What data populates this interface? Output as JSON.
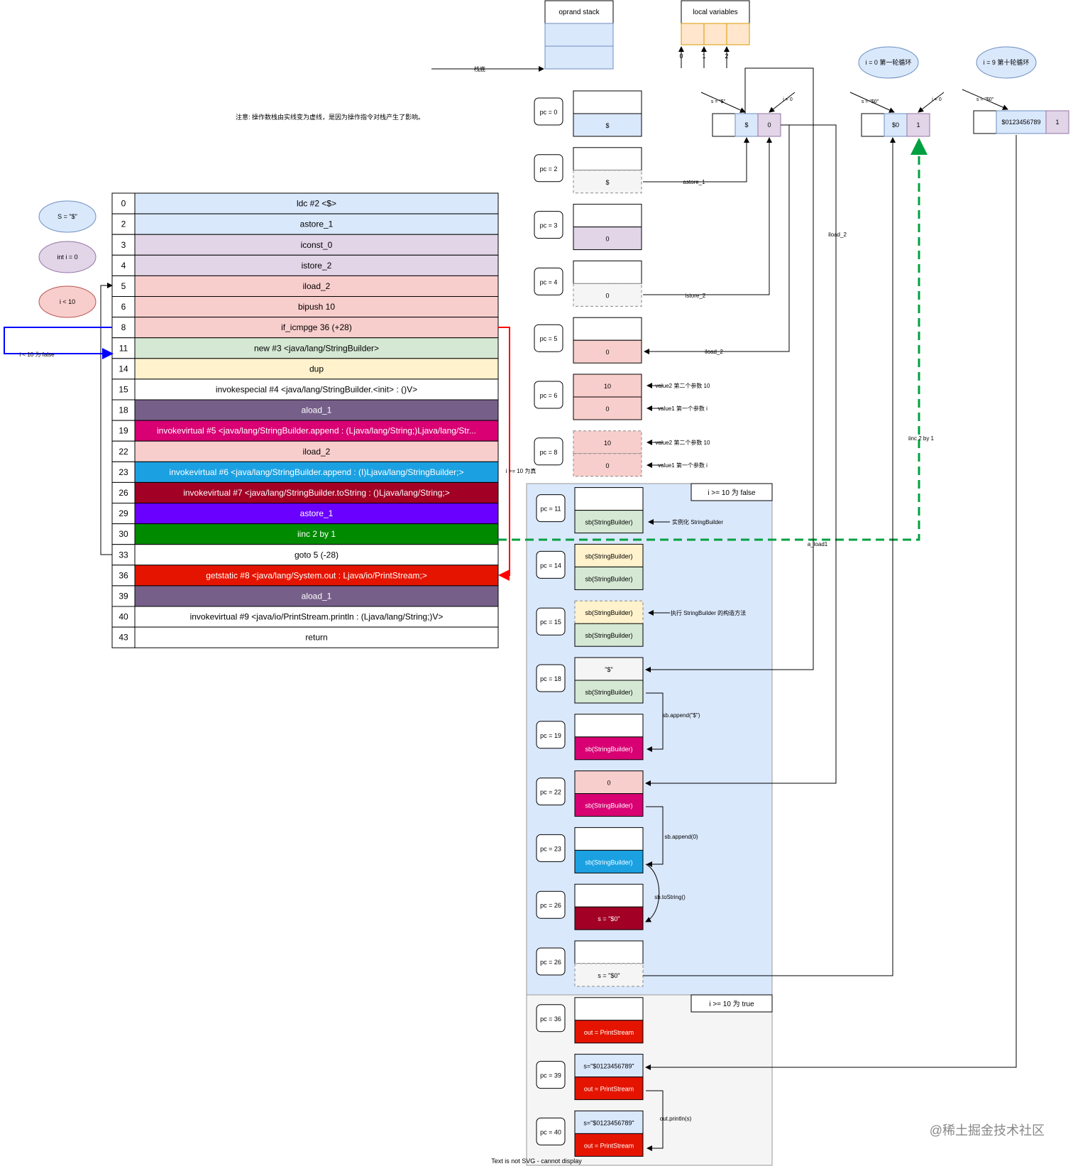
{
  "header": {
    "operand_stack": "oprand stack",
    "local_variables": "local variables",
    "lv_indices": [
      "0",
      "1",
      "2"
    ],
    "stack_bottom": "栈底",
    "note": "注意: 操作数栈由实线变为虚线，是因为操作指令对栈产生了影响。"
  },
  "clouds": [
    {
      "text": "S = \"$\""
    },
    {
      "text": "int i = 0"
    },
    {
      "text": "i < 10"
    },
    {
      "text": "i = 0 第一轮循环"
    },
    {
      "text": "i = 9 第十轮循环"
    }
  ],
  "colors": {
    "blue": "#dae8fc",
    "purple": "#e1d5e7",
    "red": "#f8cecc",
    "green": "#d5e8d4",
    "yellow": "#fff2cc",
    "white": "#ffffff",
    "gray": "#f5f5f5",
    "darkpurple": "#76608a",
    "magenta": "#d80073",
    "cyan": "#1ba1e2",
    "crimson": "#a20025",
    "violet": "#6a00ff",
    "darkgreen": "#008a00",
    "brightred": "#e51400",
    "orange": "#ffe6cc"
  },
  "bytecode": [
    {
      "pc": "0",
      "instr": "ldc #2 <$>",
      "color": "blue"
    },
    {
      "pc": "2",
      "instr": "astore_1",
      "color": "blue"
    },
    {
      "pc": "3",
      "instr": "iconst_0",
      "color": "purple"
    },
    {
      "pc": "4",
      "instr": "istore_2",
      "color": "purple"
    },
    {
      "pc": "5",
      "instr": "iload_2",
      "color": "red"
    },
    {
      "pc": "6",
      "instr": "bipush 10",
      "color": "red"
    },
    {
      "pc": "8",
      "instr": "if_icmpge 36 (+28)",
      "color": "red"
    },
    {
      "pc": "11",
      "instr": "new #3 <java/lang/StringBuilder>",
      "color": "green"
    },
    {
      "pc": "14",
      "instr": "dup",
      "color": "yellow"
    },
    {
      "pc": "15",
      "instr": "invokespecial #4 <java/lang/StringBuilder.<init> : ()V>",
      "color": "white"
    },
    {
      "pc": "18",
      "instr": "aload_1",
      "color": "darkpurple"
    },
    {
      "pc": "19",
      "instr": "invokevirtual #5 <java/lang/StringBuilder.append : (Ljava/lang/String;)Ljava/lang/Str...",
      "color": "magenta"
    },
    {
      "pc": "22",
      "instr": "iload_2",
      "color": "red"
    },
    {
      "pc": "23",
      "instr": "invokevirtual #6 <java/lang/StringBuilder.append : (I)Ljava/lang/StringBuilder;>",
      "color": "cyan"
    },
    {
      "pc": "26",
      "instr": "invokevirtual #7 <java/lang/StringBuilder.toString : ()Ljava/lang/String;>",
      "color": "crimson"
    },
    {
      "pc": "29",
      "instr": "astore_1",
      "color": "violet"
    },
    {
      "pc": "30",
      "instr": "iinc 2 by 1",
      "color": "darkgreen"
    },
    {
      "pc": "33",
      "instr": "goto 5 (-28)",
      "color": "white"
    },
    {
      "pc": "36",
      "instr": "getstatic #8 <java/lang/System.out : Ljava/io/PrintStream;>",
      "color": "brightred"
    },
    {
      "pc": "39",
      "instr": "aload_1",
      "color": "darkpurple"
    },
    {
      "pc": "40",
      "instr": "invokevirtual #9 <java/io/PrintStream.println : (Ljava/lang/String;)V>",
      "color": "white"
    },
    {
      "pc": "43",
      "instr": "return",
      "color": "white"
    }
  ],
  "branch_labels": {
    "false": "i < 10 为 false",
    "true": "i >= 10 为真"
  },
  "stack_frames": [
    {
      "pc": "pc = 0",
      "cells": [
        {
          "t": "",
          "c": "white"
        },
        {
          "t": "$",
          "c": "blue"
        }
      ]
    },
    {
      "pc": "pc = 2",
      "cells": [
        {
          "t": "",
          "c": "white"
        },
        {
          "t": "$",
          "c": "gray",
          "dashed": true
        }
      ]
    },
    {
      "pc": "pc = 3",
      "cells": [
        {
          "t": "",
          "c": "white"
        },
        {
          "t": "0",
          "c": "purple"
        }
      ]
    },
    {
      "pc": "pc = 4",
      "cells": [
        {
          "t": "",
          "c": "white"
        },
        {
          "t": "0",
          "c": "gray",
          "dashed": true
        }
      ]
    },
    {
      "pc": "pc = 5",
      "cells": [
        {
          "t": "",
          "c": "white"
        },
        {
          "t": "0",
          "c": "red"
        }
      ]
    },
    {
      "pc": "pc = 6",
      "cells": [
        {
          "t": "10",
          "c": "red"
        },
        {
          "t": "0",
          "c": "red"
        }
      ]
    },
    {
      "pc": "pc = 8",
      "cells": [
        {
          "t": "10",
          "c": "red",
          "dashed": true
        },
        {
          "t": "0",
          "c": "red",
          "dashed": true
        }
      ]
    },
    {
      "pc": "pc = 11",
      "cells": [
        {
          "t": "",
          "c": "white"
        },
        {
          "t": "sb(StringBuilder)",
          "c": "green"
        }
      ]
    },
    {
      "pc": "pc = 14",
      "cells": [
        {
          "t": "sb(StringBuilder)",
          "c": "yellow"
        },
        {
          "t": "sb(StringBuilder)",
          "c": "green"
        }
      ]
    },
    {
      "pc": "pc = 15",
      "cells": [
        {
          "t": "sb(StringBuilder)",
          "c": "yellow",
          "dashed": true
        },
        {
          "t": "sb(StringBuilder)",
          "c": "green"
        }
      ]
    },
    {
      "pc": "pc = 18",
      "cells": [
        {
          "t": "\"$\"",
          "c": "gray"
        },
        {
          "t": "sb(StringBuilder)",
          "c": "green"
        }
      ]
    },
    {
      "pc": "pc = 19",
      "cells": [
        {
          "t": "",
          "c": "white"
        },
        {
          "t": "sb(StringBuilder)",
          "c": "magenta"
        }
      ]
    },
    {
      "pc": "pc = 22",
      "cells": [
        {
          "t": "0",
          "c": "red"
        },
        {
          "t": "sb(StringBuilder)",
          "c": "magenta"
        }
      ]
    },
    {
      "pc": "pc = 23",
      "cells": [
        {
          "t": "",
          "c": "white"
        },
        {
          "t": "sb(StringBuilder)",
          "c": "cyan"
        }
      ]
    },
    {
      "pc": "pc = 26",
      "cells": [
        {
          "t": "",
          "c": "white"
        },
        {
          "t": "s = \"$0\"",
          "c": "crimson"
        }
      ]
    },
    {
      "pc": "pc = 26",
      "cells": [
        {
          "t": "",
          "c": "white"
        },
        {
          "t": "s = \"$0\"",
          "c": "gray",
          "dashed": true
        }
      ]
    },
    {
      "pc": "pc = 36",
      "cells": [
        {
          "t": "",
          "c": "white"
        },
        {
          "t": "out = PrintStream",
          "c": "brightred"
        }
      ]
    },
    {
      "pc": "pc = 39",
      "cells": [
        {
          "t": "s=\"$0123456789\"",
          "c": "blue"
        },
        {
          "t": "out = PrintStream",
          "c": "brightred"
        }
      ]
    },
    {
      "pc": "pc = 40",
      "cells": [
        {
          "t": "s=\"$0123456789\"",
          "c": "blue"
        },
        {
          "t": "out = PrintStream",
          "c": "brightred"
        }
      ]
    }
  ],
  "regions": {
    "false_box": "i >= 10 为 false",
    "true_box": "i >= 10 为 true"
  },
  "local_var_snapshots": [
    {
      "cells": [
        "",
        "$",
        "0"
      ],
      "label_s": "s = \"$\"",
      "label_i": "i = 0"
    },
    {
      "cells": [
        "",
        "$0",
        "1"
      ],
      "label_s": "s = \"$0\"",
      "label_i": "i = 0"
    },
    {
      "cells": [
        "",
        "$0123456789",
        "1"
      ],
      "label_s": "s = \"$0\"",
      "label_i": ""
    }
  ],
  "edge_labels": {
    "astore_1": "astore_1",
    "istore_2": "istore_2",
    "iload_2_a": "iload_2",
    "iload_2_b": "iload_2",
    "value2_a": "value2 第二个参数 10",
    "value1_a": "value1 第一个参数 i",
    "value2_b": "value2 第二个参数 10",
    "value1_b": "value1 第一个参数 i",
    "new_sb": "实例化 StringBuilder",
    "init_sb": "执行 StringBuilder 的构造方法",
    "append_s": "sb.append(\"$\")",
    "append_0": "sb.append(0)",
    "to_string": "sb.toString()",
    "println": "out.println(s)",
    "a_load1": "a_load1",
    "iinc": "iinc 2 by 1"
  },
  "footer": {
    "svg_note": "Text is not SVG - cannot display",
    "watermark": "@稀土掘金技术社区"
  }
}
